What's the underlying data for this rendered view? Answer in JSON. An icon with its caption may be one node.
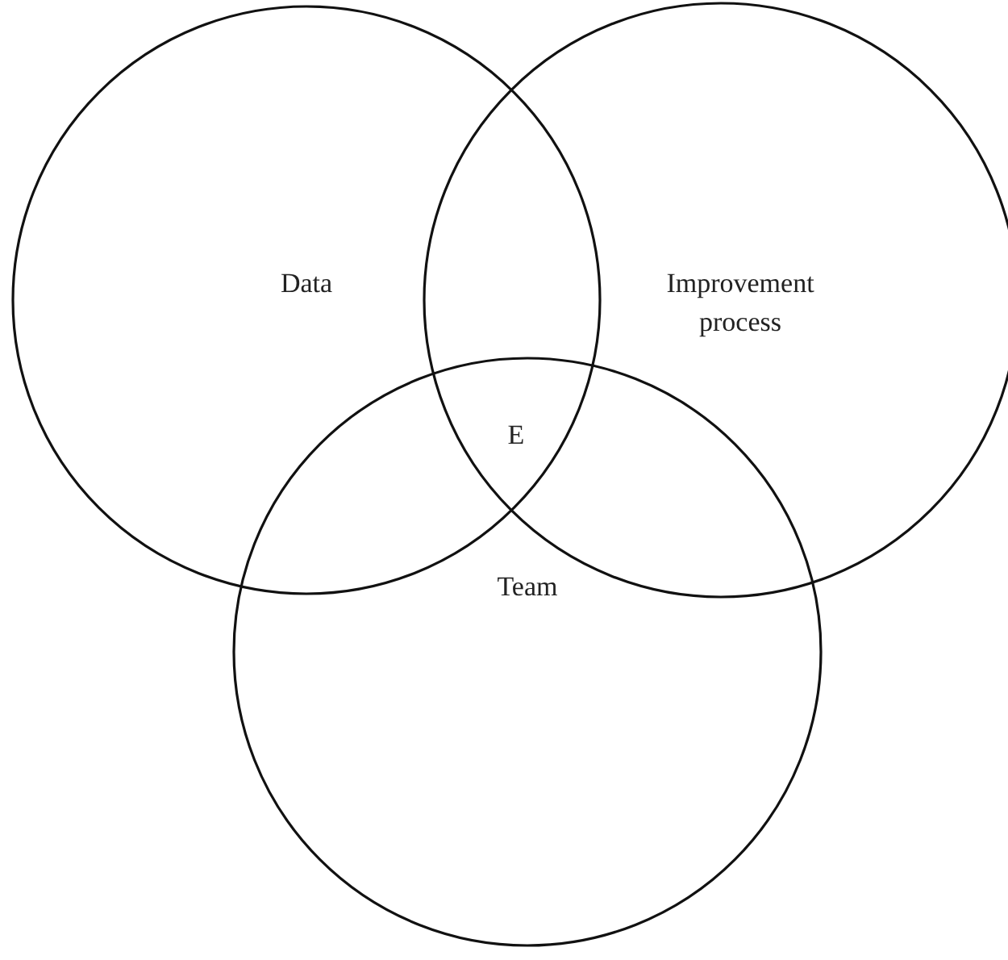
{
  "diagram": {
    "nodes": [
      {
        "text": [
          "Data"
        ]
      },
      {
        "text": [
          "Improvement process"
        ]
      },
      {
        "text": [
          "Team"
        ]
      }
    ],
    "labels": [
      "E"
    ]
  }
}
